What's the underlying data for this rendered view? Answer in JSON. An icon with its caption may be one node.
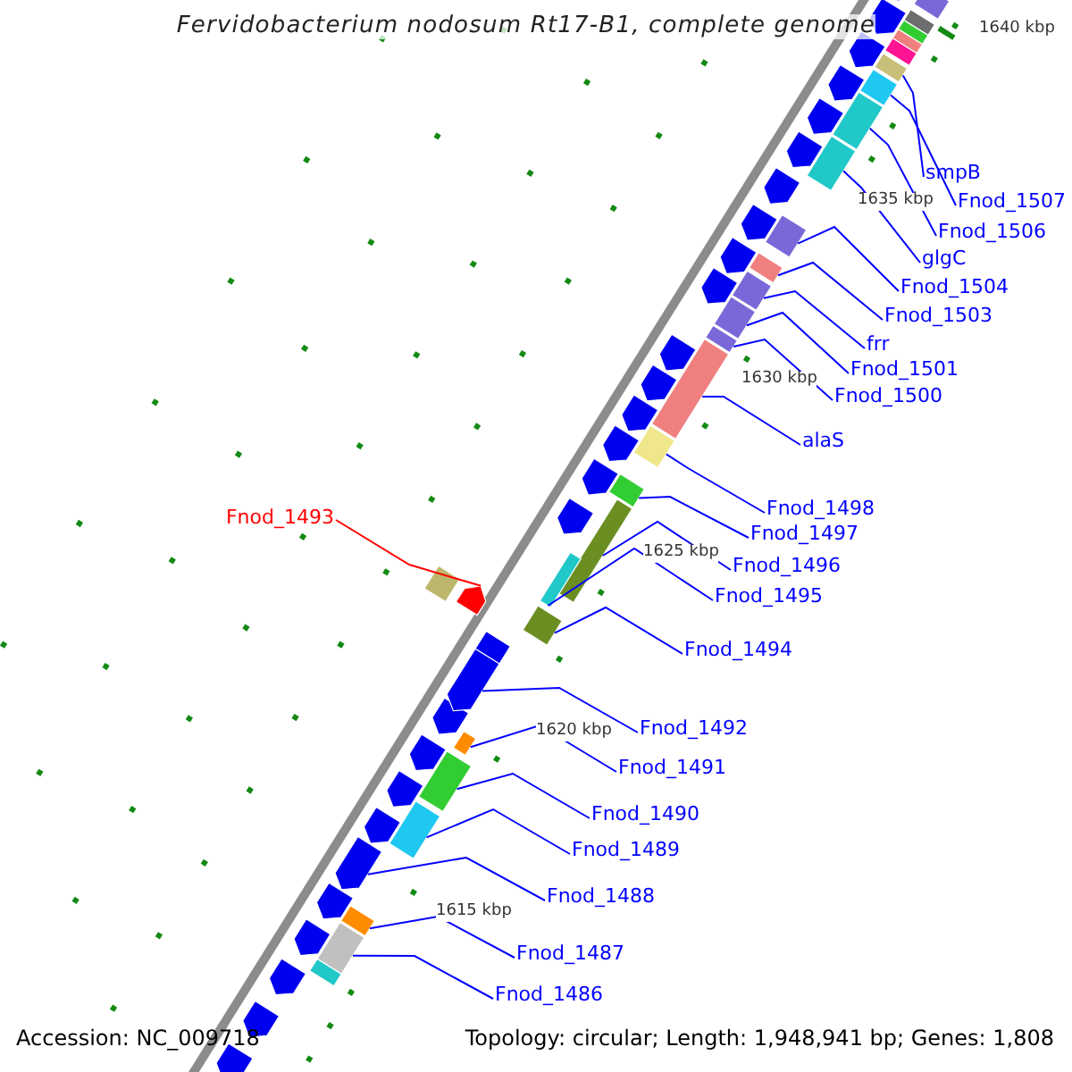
{
  "diagram": {
    "title": "Fervidobacterium nodosum Rt17-B1, complete genome",
    "nodes": [
      {
        "text": [
          "Fnod_1493"
        ]
      },
      {
        "text": [
          "smpB"
        ]
      },
      {
        "text": [
          "Fnod_1507"
        ]
      },
      {
        "text": [
          "Fnod_1506"
        ]
      },
      {
        "text": [
          "glgC"
        ]
      },
      {
        "text": [
          "Fnod_1504"
        ]
      },
      {
        "text": [
          "Fnod_1503"
        ]
      },
      {
        "text": [
          "frr"
        ]
      },
      {
        "text": [
          "Fnod_1501"
        ]
      },
      {
        "text": [
          "Fnod_1500"
        ]
      },
      {
        "text": [
          "alaS"
        ]
      },
      {
        "text": [
          "Fnod_1498"
        ]
      },
      {
        "text": [
          "Fnod_1497"
        ]
      },
      {
        "text": [
          "Fnod_1496"
        ]
      },
      {
        "text": [
          "Fnod_1495"
        ]
      },
      {
        "text": [
          "Fnod_1494"
        ]
      },
      {
        "text": [
          "Fnod_1492"
        ]
      },
      {
        "text": [
          "Fnod_1491"
        ]
      },
      {
        "text": [
          "Fnod_1490"
        ]
      },
      {
        "text": [
          "Fnod_1489"
        ]
      },
      {
        "text": [
          "Fnod_1488"
        ]
      },
      {
        "text": [
          "Fnod_1487"
        ]
      },
      {
        "text": [
          "Fnod_1486"
        ]
      },
      {
        "text": [],
        "shape": "arrow"
      },
      {
        "text": [],
        "shape": "box"
      },
      {
        "text": [],
        "shape": "box"
      },
      {
        "text": [],
        "shape": "box"
      },
      {
        "text": [],
        "shape": "box"
      },
      {
        "text": [],
        "shape": "box"
      },
      {
        "text": [],
        "shape": "box"
      },
      {
        "text": [],
        "shape": "box"
      },
      {
        "text": [],
        "shape": "box"
      },
      {
        "text": [],
        "shape": "box"
      },
      {
        "text": [],
        "shape": "box"
      },
      {
        "text": [],
        "shape": "box"
      },
      {
        "text": [],
        "shape": "box"
      },
      {
        "text": [],
        "shape": "box"
      },
      {
        "text": [],
        "shape": "box"
      },
      {
        "text": [],
        "shape": "box"
      },
      {
        "text": [],
        "shape": "arrow"
      },
      {
        "text": [],
        "shape": "box"
      },
      {
        "text": [],
        "shape": "box"
      },
      {
        "text": [],
        "shape": "box"
      },
      {
        "text": [],
        "shape": "arrow"
      },
      {
        "text": [],
        "shape": "box"
      },
      {
        "text": [],
        "shape": "box"
      }
    ],
    "edges": [
      {
        "from": 0,
        "to": 23,
        "arrow": "none",
        "color": "#ff0000"
      },
      {
        "from": 1,
        "to": 24,
        "arrow": "none"
      },
      {
        "from": 2,
        "to": 25,
        "arrow": "none"
      },
      {
        "from": 3,
        "to": 26,
        "arrow": "none"
      },
      {
        "from": 4,
        "to": 27,
        "arrow": "none"
      },
      {
        "from": 5,
        "to": 28,
        "arrow": "none"
      },
      {
        "from": 6,
        "to": 29,
        "arrow": "none"
      },
      {
        "from": 7,
        "to": 30,
        "arrow": "none"
      },
      {
        "from": 8,
        "to": 31,
        "arrow": "none"
      },
      {
        "from": 9,
        "to": 32,
        "arrow": "none"
      },
      {
        "from": 10,
        "to": 33,
        "arrow": "none"
      },
      {
        "from": 11,
        "to": 34,
        "arrow": "none"
      },
      {
        "from": 12,
        "to": 35,
        "arrow": "none"
      },
      {
        "from": 13,
        "to": 36,
        "arrow": "none"
      },
      {
        "from": 14,
        "to": 37,
        "arrow": "none"
      },
      {
        "from": 15,
        "to": 38,
        "arrow": "none"
      },
      {
        "from": 16,
        "to": 39,
        "arrow": "none"
      },
      {
        "from": 17,
        "to": 40,
        "arrow": "none"
      },
      {
        "from": 18,
        "to": 41,
        "arrow": "none"
      },
      {
        "from": 19,
        "to": 42,
        "arrow": "none"
      },
      {
        "from": 20,
        "to": 43,
        "arrow": "none"
      },
      {
        "from": 21,
        "to": 44,
        "arrow": "none"
      },
      {
        "from": 22,
        "to": 45,
        "arrow": "none"
      }
    ],
    "labels": [
      "1640 kbp",
      "1635 kbp",
      "1630 kbp",
      "1625 kbp",
      "1620 kbp",
      "1615 kbp",
      "Accession: NC_009718",
      "Topology: circular; Length: 1,948,941 bp; Genes: 1,808"
    ]
  }
}
